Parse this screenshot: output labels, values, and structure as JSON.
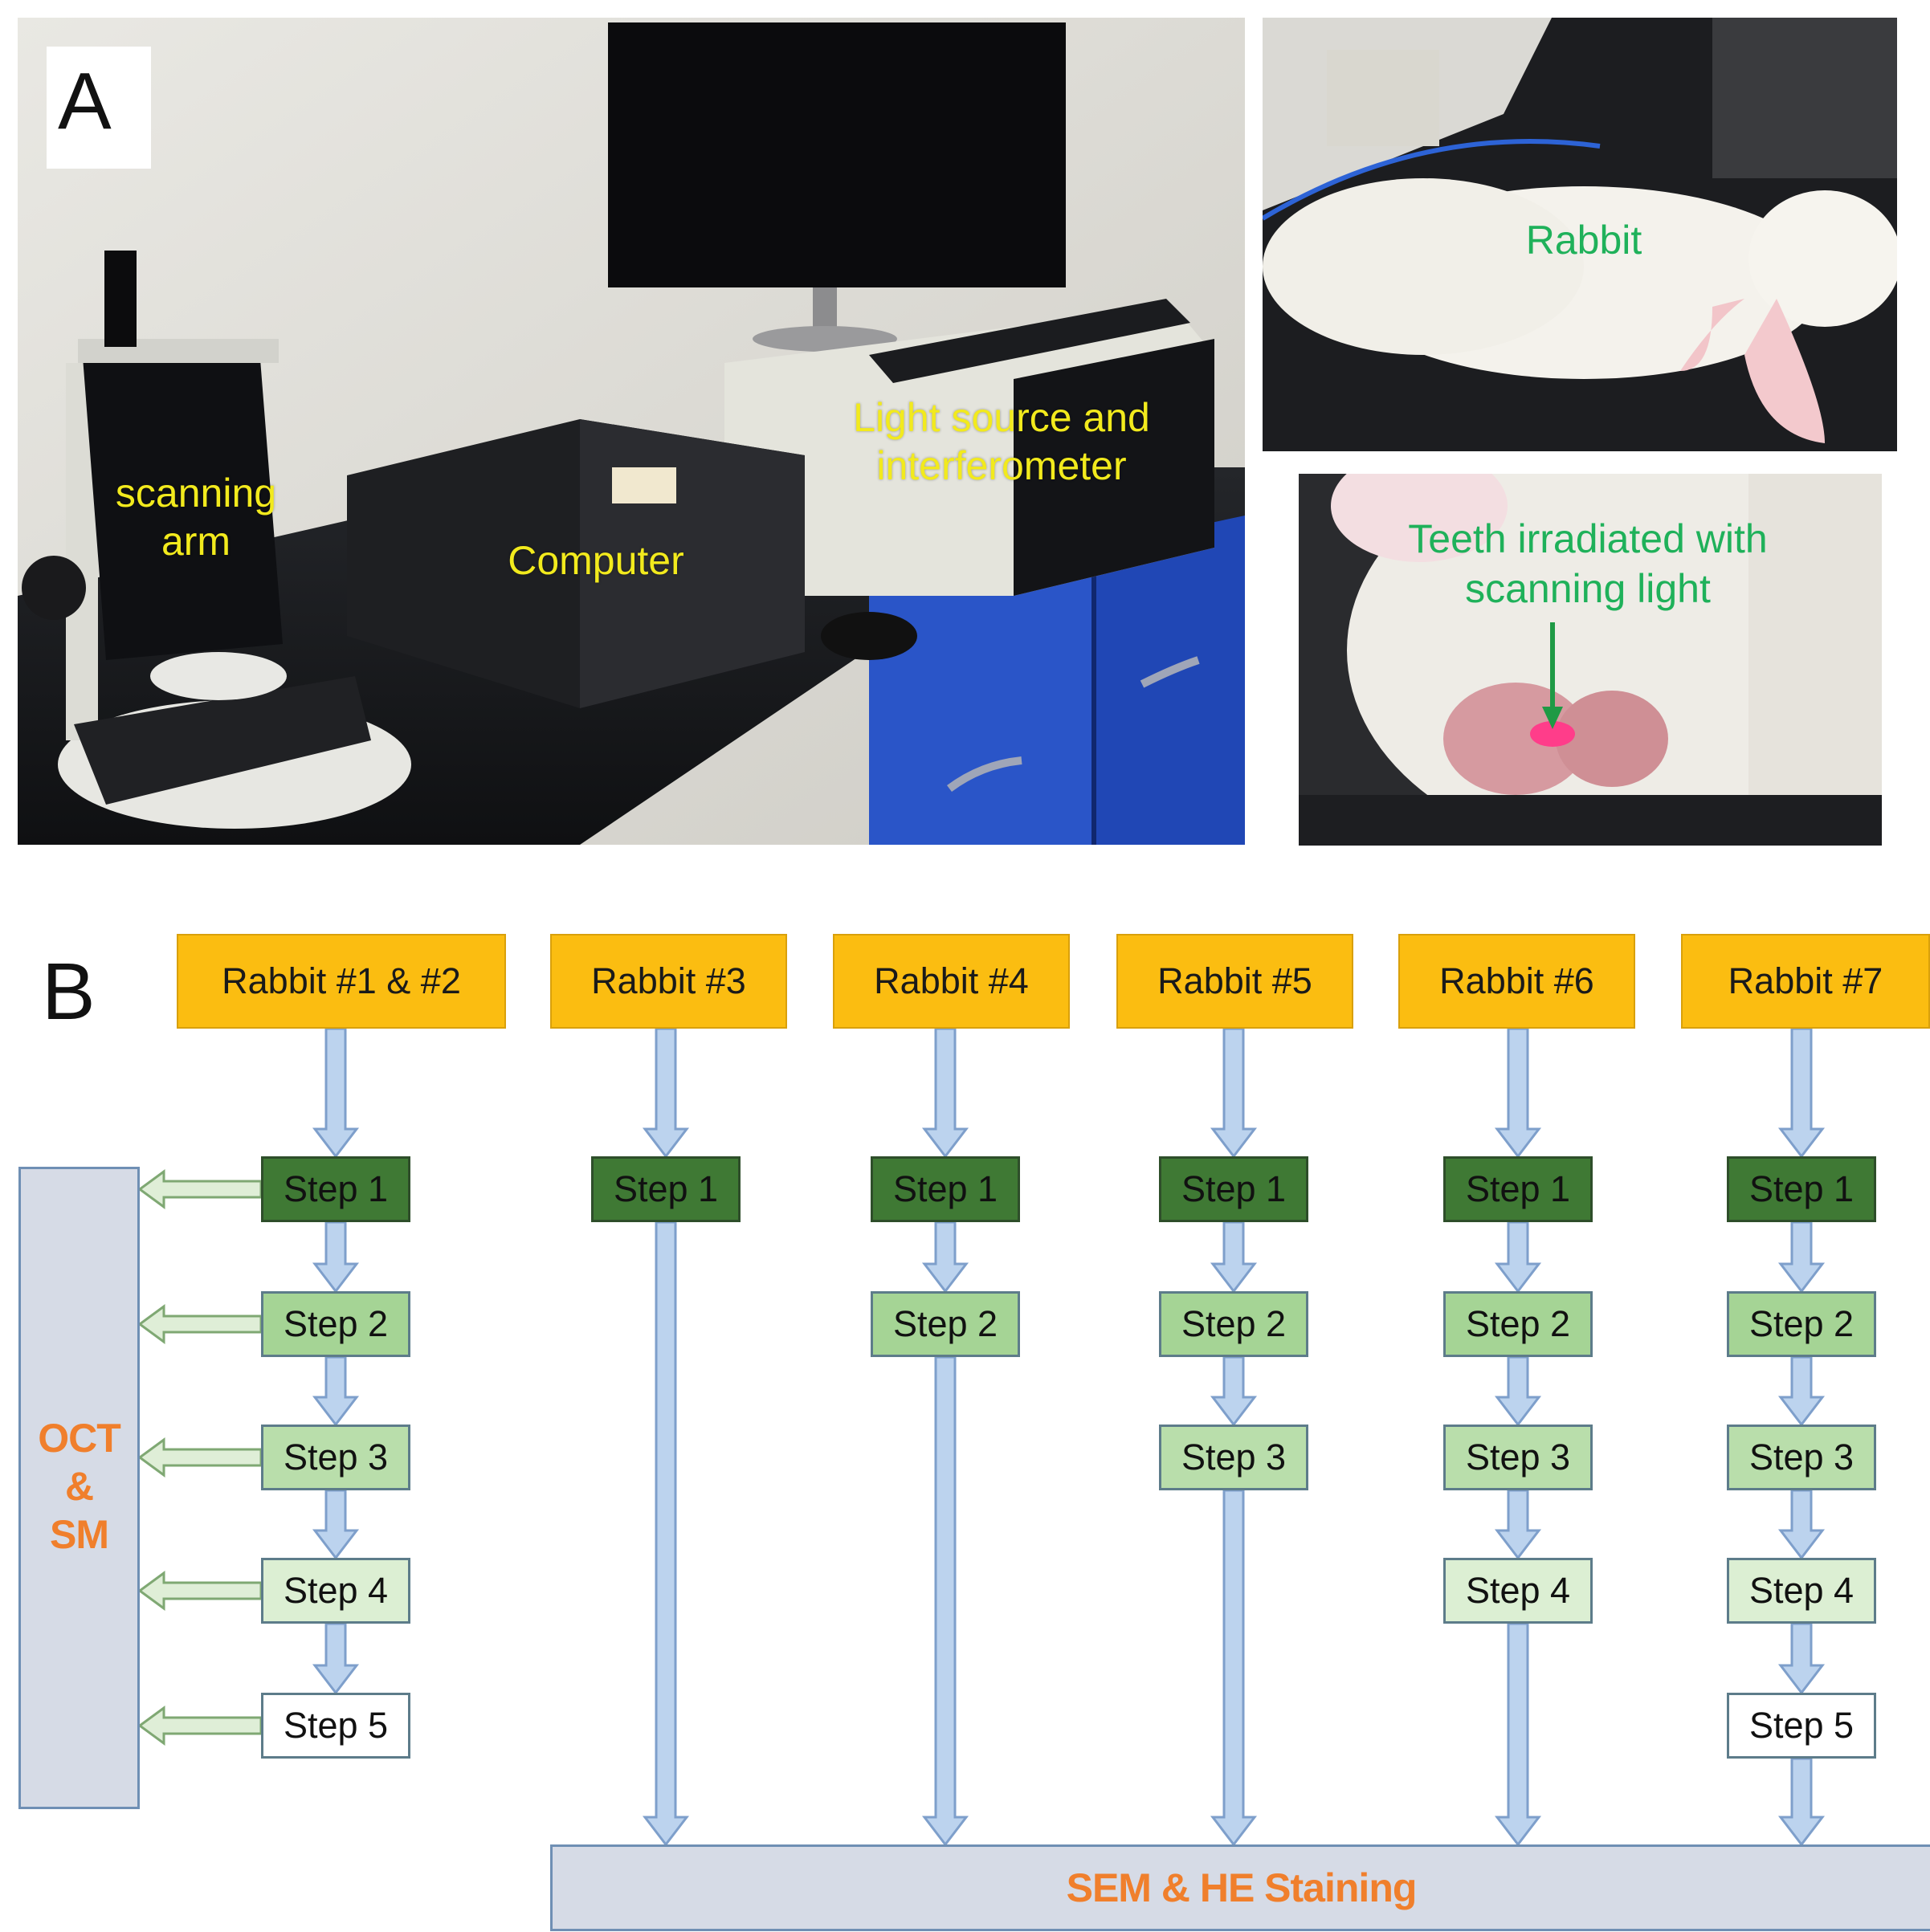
{
  "panel_a": {
    "letter": "A",
    "labels": {
      "scanning_arm": "scanning\narm",
      "computer": "Computer",
      "light_source": "Light source and\ninterferometer",
      "rabbit": "Rabbit",
      "teeth": "Teeth irradiated with\nscanning light"
    }
  },
  "panel_b": {
    "letter": "B",
    "rabbits": [
      {
        "label": "Rabbit #1 & #2",
        "steps": 5,
        "side_arrows": true
      },
      {
        "label": "Rabbit #3",
        "steps": 1
      },
      {
        "label": "Rabbit #4",
        "steps": 2
      },
      {
        "label": "Rabbit #5",
        "steps": 3
      },
      {
        "label": "Rabbit #6",
        "steps": 4
      },
      {
        "label": "Rabbit #7",
        "steps": 5
      }
    ],
    "step_labels": [
      "Step 1",
      "Step 2",
      "Step 3",
      "Step 4",
      "Step 5"
    ],
    "side_label": "OCT\n&\nSM",
    "bottom_label": "SEM & HE Staining",
    "colors": {
      "rabbit_box": "#fbbd11",
      "step1": "#3f7934",
      "step2": "#a5d495",
      "step3": "#b9deab",
      "step4": "#dcefd3",
      "step5": "#ffffff",
      "arrow_fill": "#bcd3ee",
      "arrow_stroke": "#7e9fcb",
      "side_arrow_fill": "#dfeed7",
      "side_arrow_stroke": "#7fa873",
      "accent_text": "#f07f2c"
    }
  }
}
